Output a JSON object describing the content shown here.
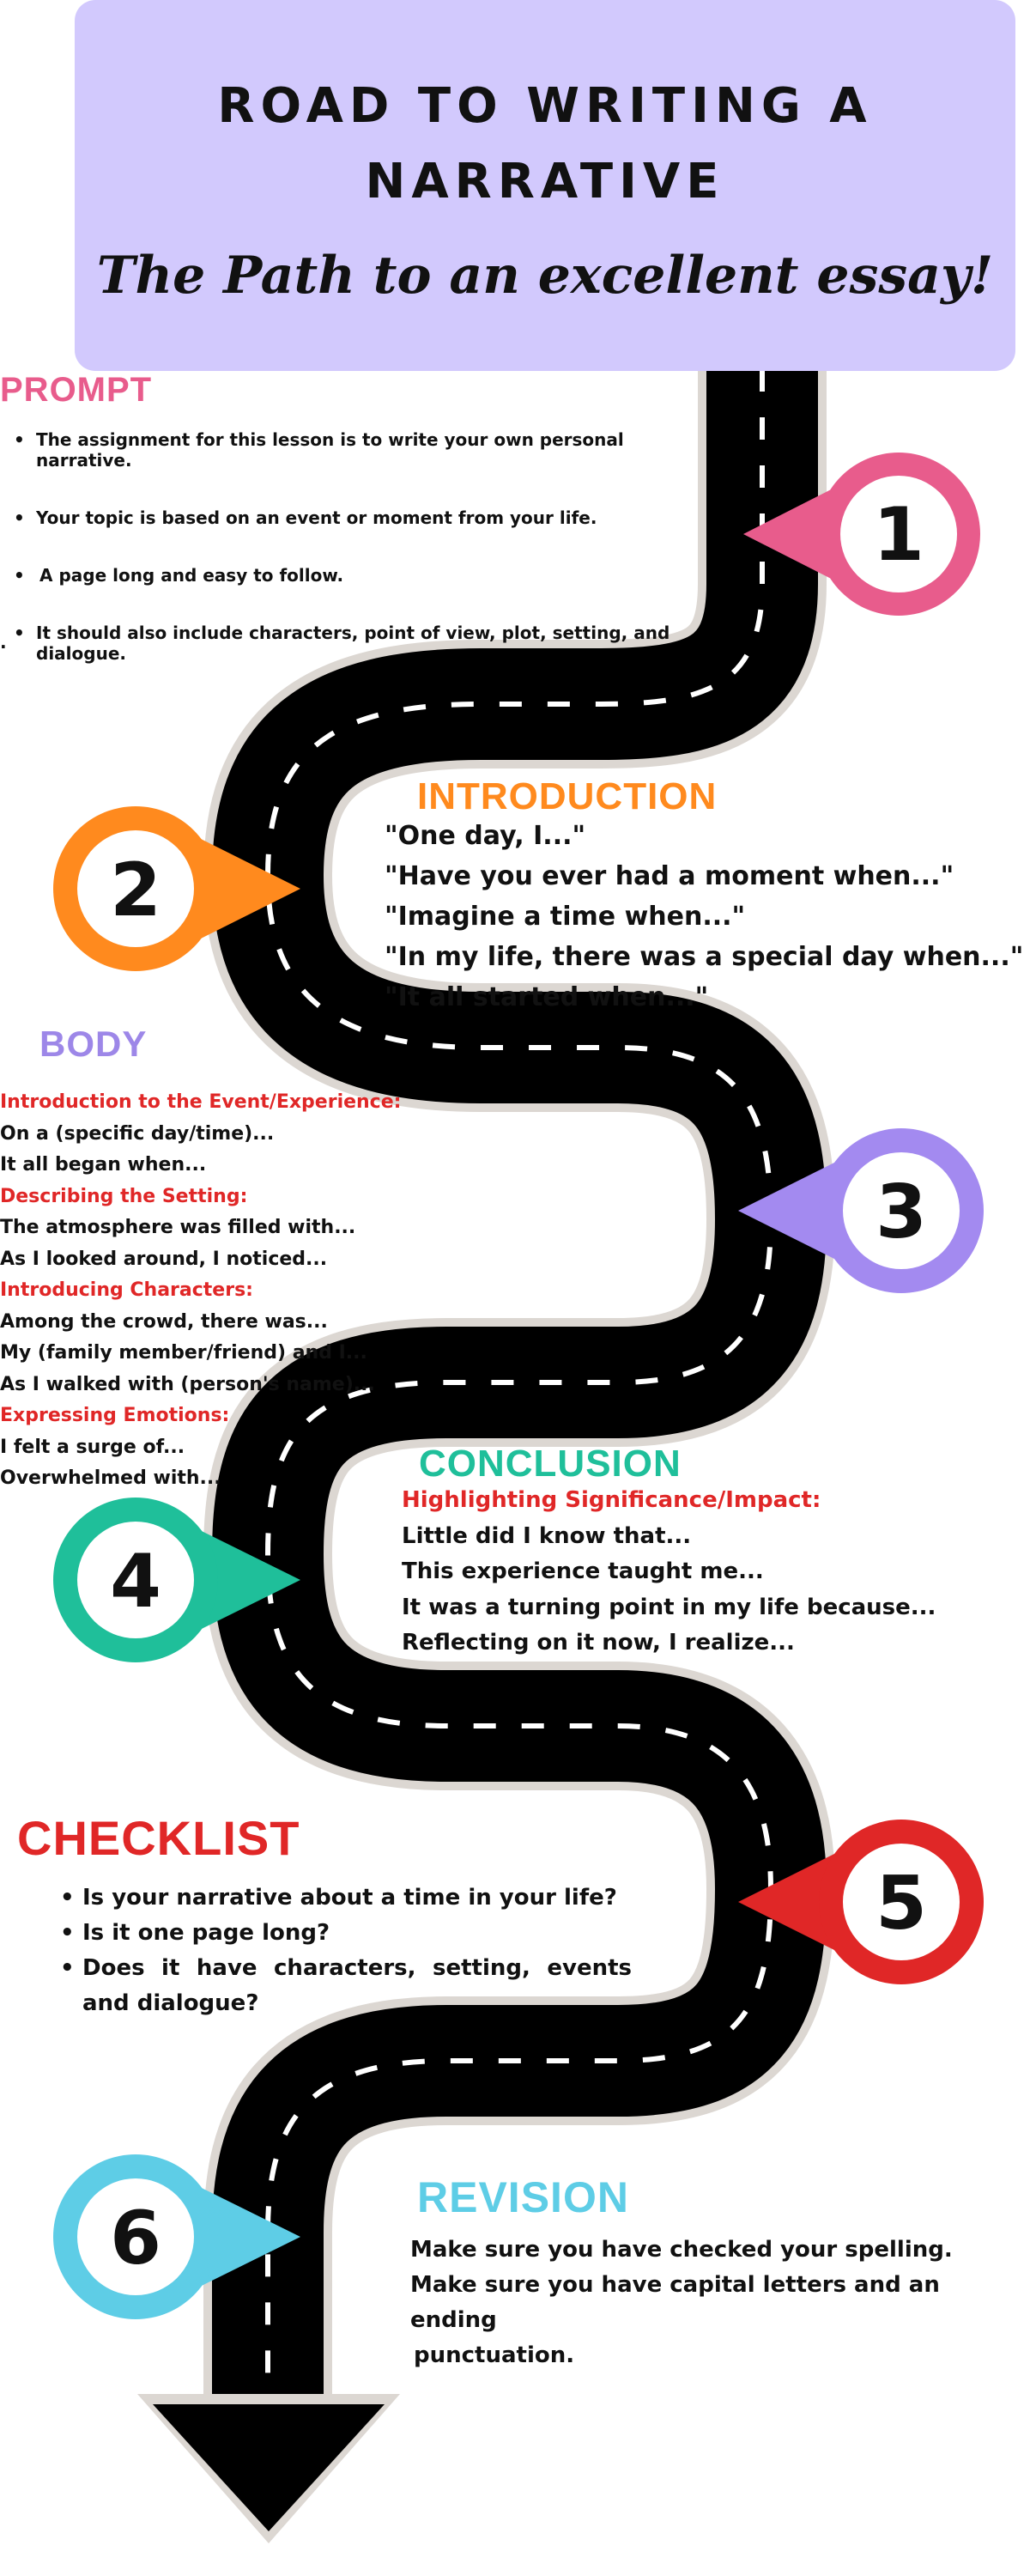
{
  "header": {
    "title_line1": "ROAD TO WRITING A",
    "title_line2": "NARRATIVE",
    "subtitle": "The Path to an excellent essay!"
  },
  "colors": {
    "header_bg": "#d2c9fd",
    "pin1": "#e85c8c",
    "pin2": "#ff8a1e",
    "pin3": "#a38af0",
    "pin4": "#1fbf9a",
    "pin5": "#e02727",
    "pin6": "#5ecde6",
    "road": "#000000"
  },
  "pins": [
    "1",
    "2",
    "3",
    "4",
    "5",
    "6"
  ],
  "prompt": {
    "title": "PROMPT",
    "items": [
      "The assignment for this lesson is to write your own personal narrative.",
      "Your topic is based on an event or moment from your life.",
      "A page long and easy to follow.",
      "It should also include characters, point of view, plot, setting, and dialogue."
    ],
    "trailing_dot": "."
  },
  "introduction": {
    "title": "INTRODUCTION",
    "lines": [
      "\"One day, I...\"",
      "\"Have you ever had a moment when...\"",
      "\"Imagine a time when...\"",
      "\"In my life, there was a special day when...\"",
      "\"It all started when...\""
    ]
  },
  "body": {
    "title": "BODY",
    "groups": [
      {
        "heading": "Introduction to the Event/Experience:",
        "lines": [
          "On a (specific day/time)...",
          "It all began when..."
        ]
      },
      {
        "heading": "Describing the Setting:",
        "lines": [
          "The atmosphere was filled with...",
          "As I looked around, I noticed..."
        ]
      },
      {
        "heading": "Introducing Characters:",
        "lines": [
          "Among the crowd, there was...",
          "My (family member/friend) and I...",
          "As I walked with (person's name)..."
        ]
      },
      {
        "heading": "Expressing Emotions:",
        "lines": [
          "I felt a surge of...",
          "Overwhelmed with..."
        ]
      }
    ]
  },
  "conclusion": {
    "title": "CONCLUSION",
    "heading": "Highlighting Significance/Impact:",
    "lines": [
      "Little did I know that...",
      "This experience taught me...",
      "It was a turning point in my life because...",
      "Reflecting on it now, I realize..."
    ]
  },
  "checklist": {
    "title": "CHECKLIST",
    "items": [
      "Is your narrative about a time in your life?",
      "Is it one page long?",
      "Does it have characters, setting, events and dialogue?"
    ]
  },
  "revision": {
    "title": "REVISION",
    "lines": [
      "Make sure you have checked your spelling.",
      "Make sure you have capital letters and an ending",
      "punctuation."
    ]
  }
}
